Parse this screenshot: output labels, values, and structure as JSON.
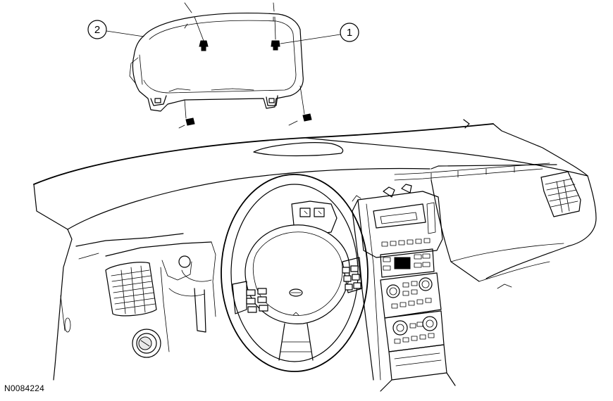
{
  "figure_id": "N0084224",
  "callouts": [
    {
      "number": "1"
    },
    {
      "number": "2"
    }
  ]
}
